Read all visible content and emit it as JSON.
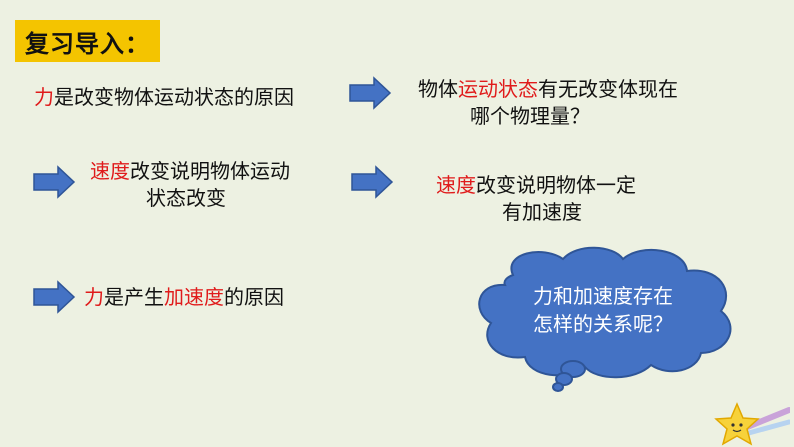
{
  "title": "复习导入：",
  "row1": {
    "left_red": "力",
    "left_rest": "是改变物体运动状态的原因",
    "right_line1_a": "物体",
    "right_line1_red": "运动状态",
    "right_line1_b": "有无改变体现在",
    "right_line2": "哪个物理量？"
  },
  "row2": {
    "left_line1_red": "速度",
    "left_line1_rest": "改变说明物体运动",
    "left_line2": "状态改变",
    "right_line1_red": "速度",
    "right_line1_rest": "改变说明物体一定",
    "right_line2": "有加速度"
  },
  "row3": {
    "red1": "力",
    "mid": "是产生",
    "red2": "加速度",
    "end": "的原因"
  },
  "cloud": {
    "line1": "力和加速度存在",
    "line2": "怎样的关系呢？"
  },
  "colors": {
    "accent_red": "#e01b1b",
    "arrow_blue": "#4472c4",
    "title_yellow": "#f4c400",
    "cloud_blue": "#4472c4"
  }
}
